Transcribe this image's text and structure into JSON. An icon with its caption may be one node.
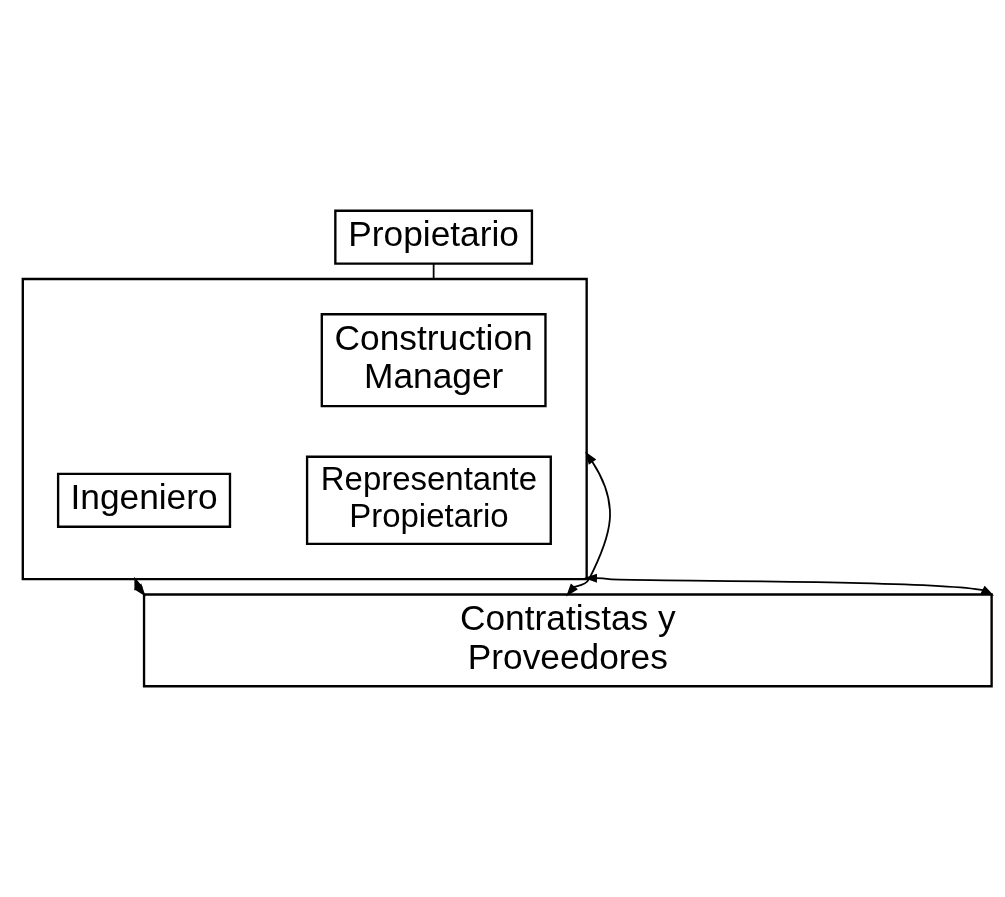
{
  "diagram": {
    "nodes": [
      {
        "text": [
          "Propietario"
        ]
      },
      {
        "text": [],
        "shape": "box"
      },
      {
        "text": [
          "Construction Manager"
        ],
        "in": 1
      },
      {
        "text": [
          "Ingeniero"
        ],
        "in": 1
      },
      {
        "text": [
          "Representante Propietario"
        ],
        "in": 1
      },
      {
        "text": [
          "Contratistas y Proveedores"
        ]
      }
    ],
    "edges": [
      {
        "from": 0,
        "to": 1,
        "arrow": "none"
      },
      {
        "from": 1,
        "to": 5,
        "arrow": "both"
      },
      {
        "from": 1,
        "to": 5,
        "arrow": "both"
      },
      {
        "from": 1,
        "to": 5,
        "arrow": "both"
      }
    ]
  }
}
